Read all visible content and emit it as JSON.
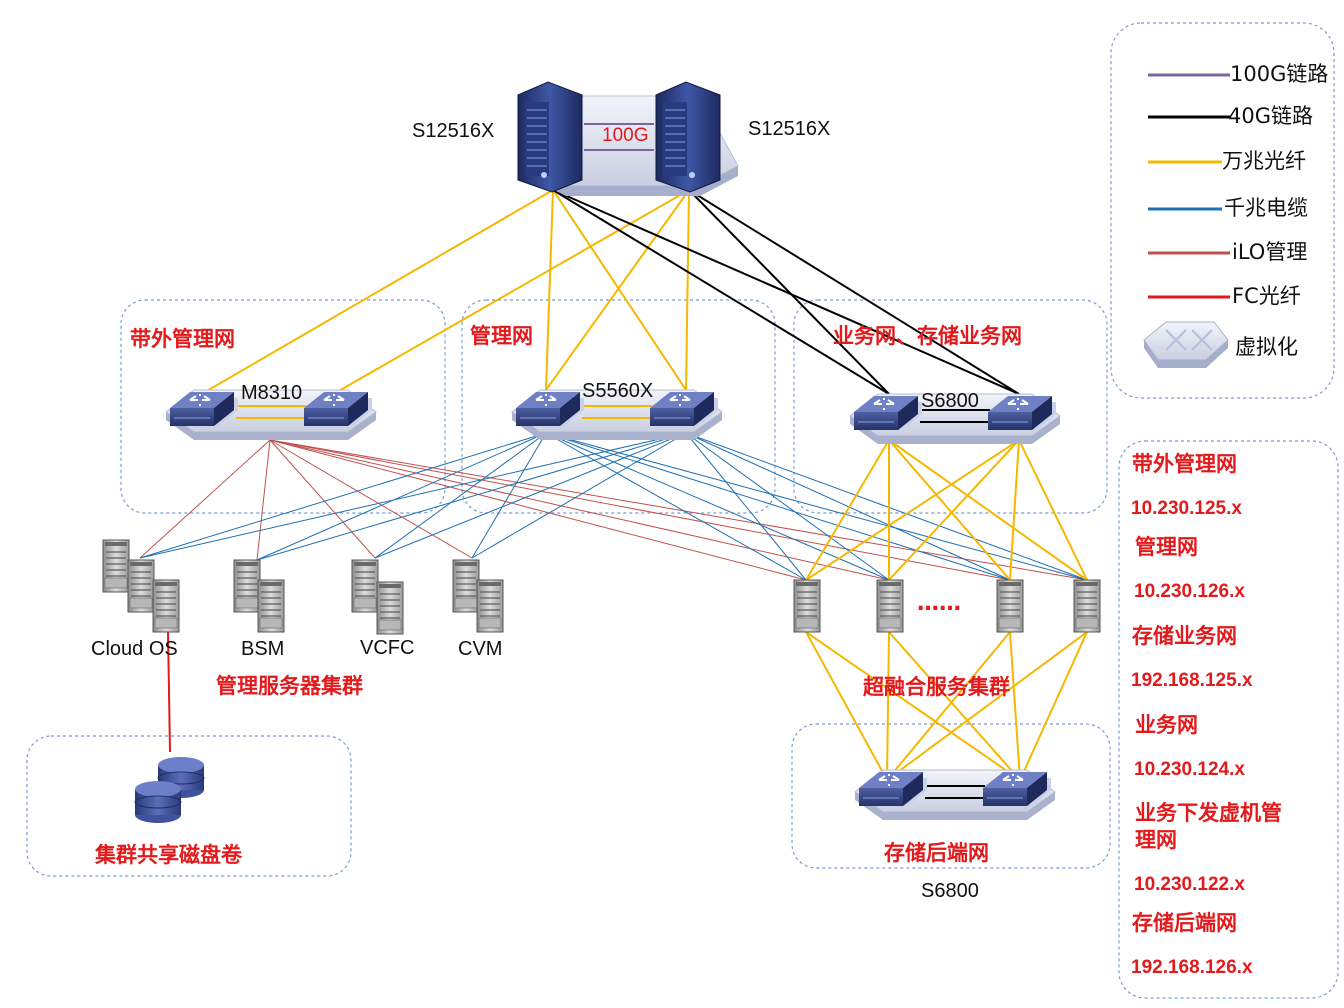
{
  "core": {
    "left_label": "S12516X",
    "right_label": "S12516X",
    "link_label": "100G"
  },
  "zones": {
    "oob": {
      "title": "带外管理网",
      "switch_label": "M8310"
    },
    "mgmt": {
      "title": "管理网",
      "switch_label": "S5560X"
    },
    "biz": {
      "title": "业务网、存储业务网",
      "switch_label": "S6800"
    },
    "storage_backend": {
      "title": "存储后端网",
      "switch_label": "S6800"
    },
    "shared_disk": {
      "title": "集群共享磁盘卷"
    }
  },
  "mgmt_cluster": {
    "title": "管理服务器集群",
    "servers": [
      "Cloud OS",
      "BSM",
      "VCFC",
      "CVM"
    ]
  },
  "hci_cluster": {
    "title": "超融合服务集群",
    "ellipsis": "……"
  },
  "legend": {
    "items": [
      {
        "label": "100G链路",
        "color": "#8064a2"
      },
      {
        "label": "40G链路",
        "color": "#000000"
      },
      {
        "label": "万兆光纤",
        "color": "#f5b800"
      },
      {
        "label": "千兆电缆",
        "color": "#1f6fb2"
      },
      {
        "label": "iLO管理",
        "color": "#c0504d"
      },
      {
        "label": "FC光纤",
        "color": "#e31a1c"
      }
    ],
    "virtual_label": "虚拟化"
  },
  "networks": [
    {
      "name": "带外管理网",
      "subnet": "10.230.125.x"
    },
    {
      "name": "管理网",
      "subnet": "10.230.126.x"
    },
    {
      "name": "存储业务网",
      "subnet": "192.168.125.x"
    },
    {
      "name": "业务网",
      "subnet": "10.230.124.x"
    },
    {
      "name": "业务下发虚机管理网",
      "subnet": "10.230.122.x"
    },
    {
      "name": "存储后端网",
      "subnet": "192.168.126.x"
    }
  ],
  "colors": {
    "link_100g": "#8064a2",
    "link_40g": "#000000",
    "link_10g_fiber": "#f5b800",
    "link_1g_cable": "#1f6fb2",
    "link_ilo": "#c0504d",
    "link_fc": "#e31a1c",
    "label_red": "#e31a1c",
    "box_border": "#7b9bd1"
  }
}
